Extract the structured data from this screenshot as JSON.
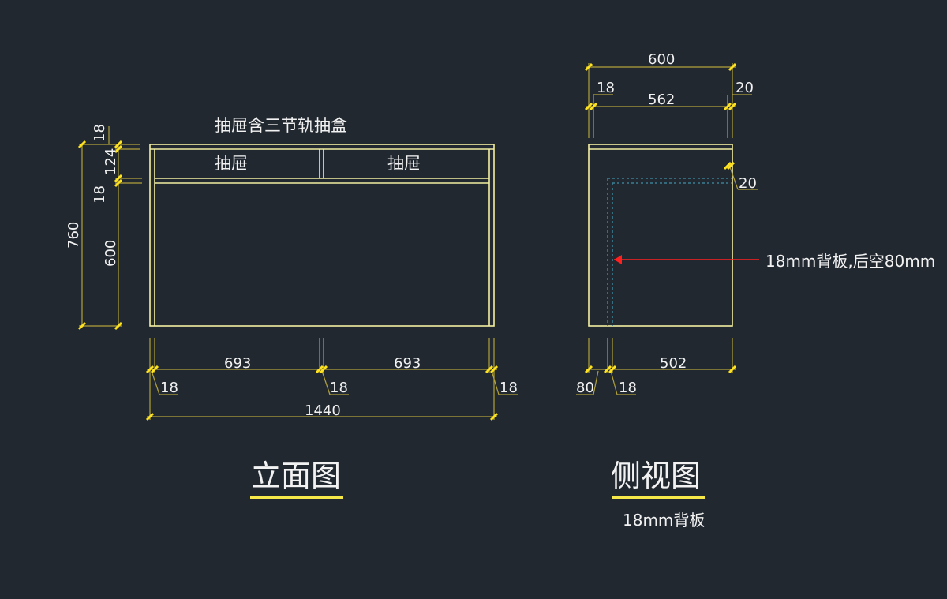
{
  "colors": {
    "background": "#212830",
    "object_lines": "#f3f0a0",
    "dimension_lines": "#b3a23a",
    "ticks": "#ffe21f",
    "arrow": "#ff2020",
    "back_panel": "#3b7f95",
    "text": "#f2f2f2"
  },
  "front": {
    "note": "抽屉含三节轨抽盒",
    "drawer_left": "抽屉",
    "drawer_right": "抽屉",
    "dim_693_left": "693",
    "dim_693_right": "693",
    "dim_18_a": "18",
    "dim_18_b": "18",
    "dim_18_c": "18",
    "dim_1440": "1440",
    "dim_760": "760",
    "dim_18_top": "18",
    "dim_124": "124",
    "dim_18_mid": "18",
    "dim_600": "600",
    "title": "立面图"
  },
  "side": {
    "dim_600": "600",
    "dim_18": "18",
    "dim_562": "562",
    "dim_20_top": "20",
    "dim_20_right": "20",
    "back_note": "18mm背板,后空80mm",
    "dim_80": "80",
    "dim_18_bottom": "18",
    "dim_502": "502",
    "title": "侧视图",
    "subtitle": "18mm背板"
  }
}
